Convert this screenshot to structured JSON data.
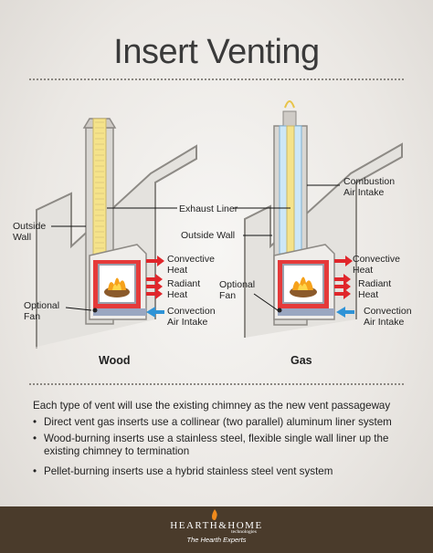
{
  "title": "Insert Venting",
  "diagram": {
    "wood": {
      "caption": "Wood",
      "outside_wall": "Outside\nWall",
      "optional_fan": "Optional\nFan",
      "exhaust_liner": "Exhaust Liner",
      "convective_heat": "Convective\nHeat",
      "radiant_heat": "Radiant\nHeat",
      "convection_air_intake": "Convection\nAir Intake"
    },
    "gas": {
      "caption": "Gas",
      "combustion_air_intake": "Combustion\nAir Intake",
      "outside_wall": "Outside Wall",
      "optional_fan": "Optional\nFan",
      "convective_heat": "Convective\nHeat",
      "radiant_heat": "Radiant\nHeat",
      "convection_air_intake": "Convection\nAir Intake"
    },
    "colors": {
      "heat_red": "#e0262b",
      "intake_blue": "#2f93d6",
      "liner_yellow": "#f5e38a",
      "chimney_gray": "#d9d7d3"
    }
  },
  "body": {
    "intro": "Each type of vent will use the existing chimney as the new vent passageway",
    "bullets": [
      "Direct vent gas inserts use a collinear (two parallel) aluminum liner system",
      "Wood-burning inserts use a stainless steel, flexible single wall liner up the existing chimney to termination",
      "Pellet-burning inserts use a hybrid stainless steel vent system"
    ]
  },
  "footer": {
    "brand": "HEARTH&HOME",
    "brand_sub": "technologies",
    "tagline": "The Hearth Experts"
  }
}
